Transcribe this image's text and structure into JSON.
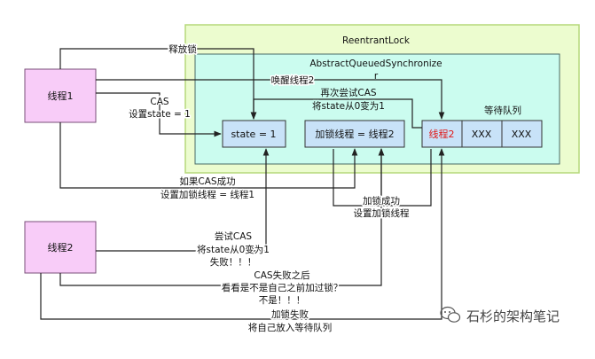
{
  "outer_box_title": "ReentrantLock",
  "inner_box_title": [
    "AbstractQueuedSynchronize",
    "r"
  ],
  "threads": {
    "thread1": "线程1",
    "thread2": "线程2"
  },
  "state_box": "state = 1",
  "lock_thread_box": "加锁线程 = 线程2",
  "queue": {
    "title": "等待队列",
    "items": [
      "线程2",
      "XXX",
      "XXX"
    ]
  },
  "labels": {
    "release_lock": "释放锁",
    "wake_thread2": "唤醒线程2",
    "cas_set_state": [
      "CAS",
      "设置state = 1"
    ],
    "retry_cas": [
      "再次尝试CAS",
      "将state从0变为1"
    ],
    "cas_success": [
      "如果CAS成功",
      "设置加锁线程 = 线程1"
    ],
    "lock_success": [
      "加锁成功",
      "设置加锁线程"
    ],
    "try_cas": [
      "尝试CAS",
      "将state从0变为1",
      "失败！！！"
    ],
    "after_cas_fail": [
      "CAS失败之后",
      "看看是不是自己之前加过锁？",
      "不是！！！"
    ],
    "lock_fail": [
      "加锁失败",
      "将自己放入等待队列"
    ]
  },
  "watermark": "石杉的架构笔记",
  "colors": {
    "outer_fill": "#ecfccf",
    "outer_stroke": "#b5d87a",
    "inner_fill": "#cbfcef",
    "inner_stroke": "#4a6a64",
    "thread_fill": "#f8ccf8",
    "thread_stroke": "#7a4f7a",
    "box_fill": "#c8e2f8",
    "box_stroke": "#333333",
    "queue_highlight_text": "#e01818"
  }
}
